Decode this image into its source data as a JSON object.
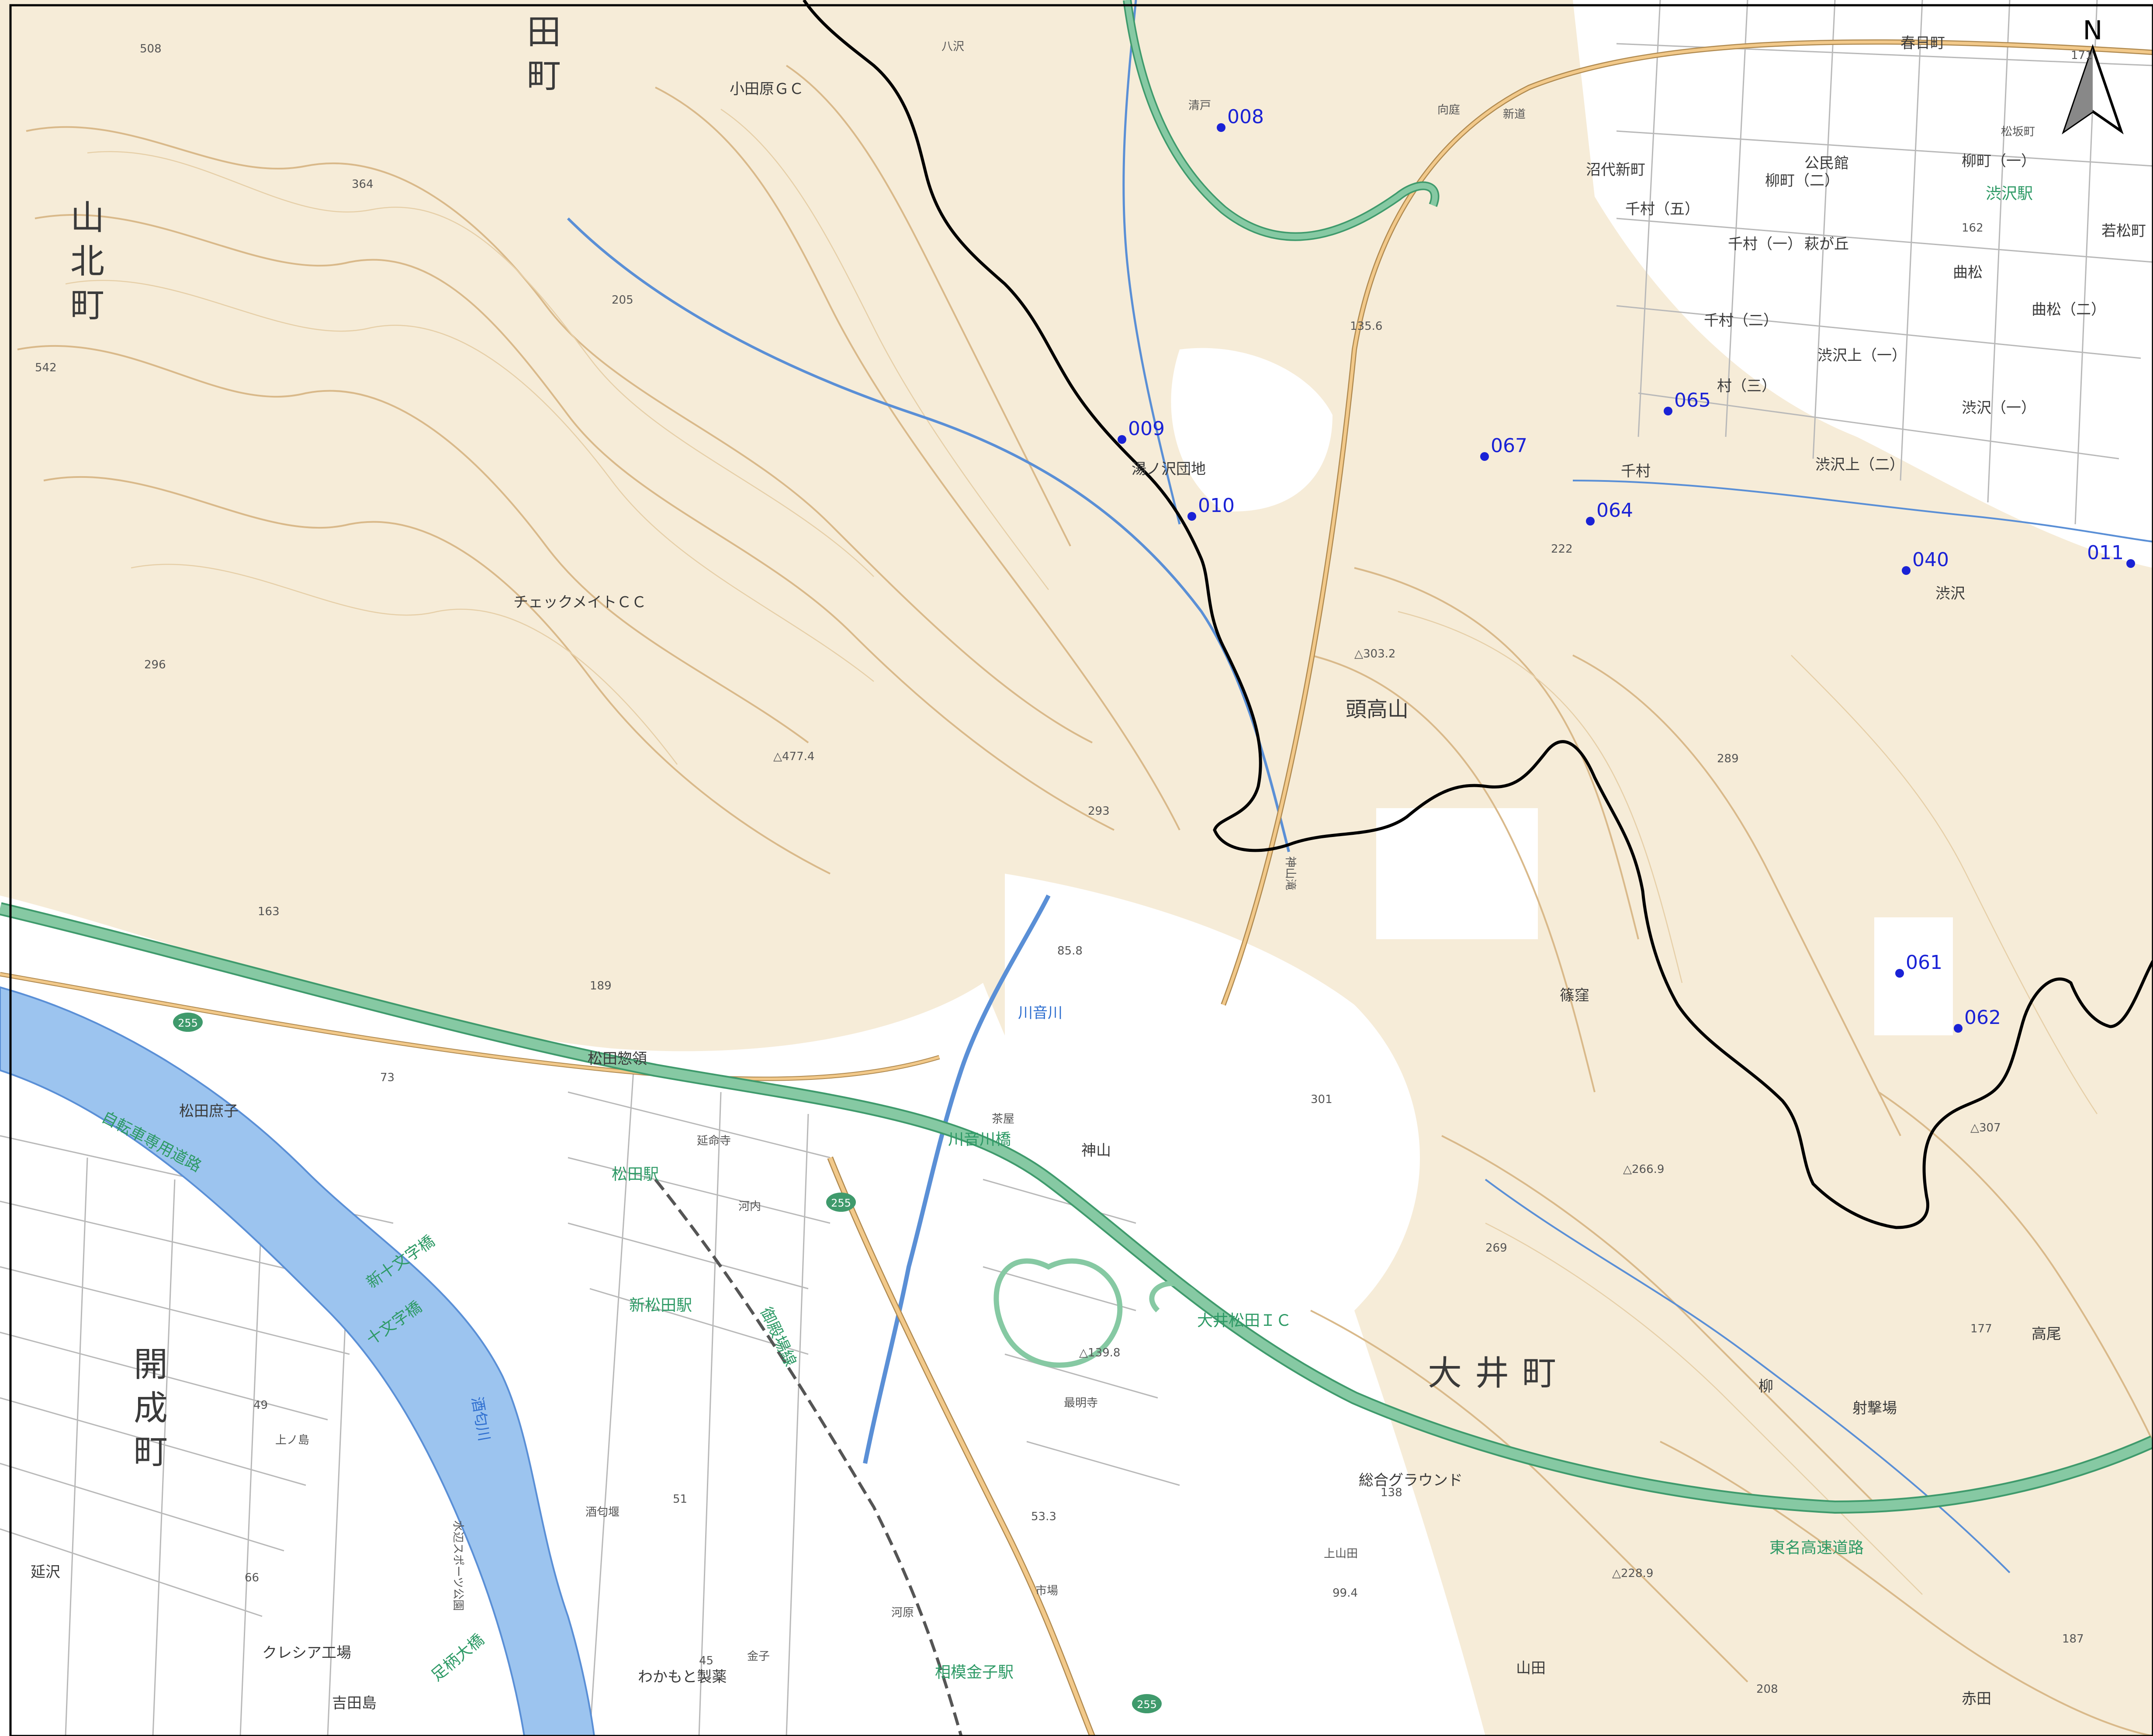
{
  "colors": {
    "terrain": "#f6ecd8",
    "lowland": "#ffffff",
    "contour": "#d9b98a",
    "contour_fine": "#e6cfa8",
    "river": "#9cc4ef",
    "river_edge": "#5a8fd6",
    "expressway": "#86c9a3",
    "expressway_edge": "#3f9a6c",
    "road": "#f2c98a",
    "road_edge": "#b08a50",
    "street": "#b9b9b9",
    "boundary": "#000000",
    "point": "#1a22d6",
    "frame": "#000000"
  },
  "north_arrow": {
    "label": "N"
  },
  "town_labels": {
    "yamakita": "山北町",
    "kaisei": "開成町",
    "oi": "大井町",
    "ta_town": "田町"
  },
  "place_labels": {
    "odawara_gc": "小田原ＧＣ",
    "checkmate_cc": "チェックメイトＣＣ",
    "tokosan": "頭高山",
    "kaminotaki": "神山滝",
    "shinokubo": "篠窪",
    "matsuda_sonryo": "松田惣領",
    "matsuda_shoshi": "松田庶子",
    "enmeiji": "延命寺",
    "matsuda_station": "松田駅",
    "shin_matsuda_station": "新松田駅",
    "sagami_kaneko_station": "相模金子駅",
    "oi_matsuda_ic": "大井松田ＩＣ",
    "sogo_ground": "総合グラウンド",
    "shagekijo": "射撃場",
    "takao": "高尾",
    "yanagi": "柳",
    "kurashia": "クレシア工場",
    "yoshidajima": "吉田島",
    "enzawa": "延沢",
    "mizube_park": "水辺スポーツ公園",
    "shibusawa_station": "渋沢駅",
    "kasugacho": "春日町",
    "matsuzakacho": "松坂町",
    "numashiro_shinmachi": "沼代新町",
    "chimura5": "千村（五）",
    "chimura1": "千村（一）",
    "chimura2": "千村（二）",
    "chimura3": "村（三）",
    "chimura": "千村",
    "hagigaoka": "萩が丘",
    "shibusawa_kami1": "渋沢上（一）",
    "shibusawa_kami2": "渋沢上（二）",
    "shibusawa1": "渋沢（一）",
    "shibusawa": "渋沢",
    "kyokumatsu": "曲松",
    "kyokumatsu2": "曲松（二）",
    "wakamatsu": "若松町",
    "yanagimachi": "柳町（一）",
    "yanagimachi2": "柳町（二）",
    "kominkan": "公民館",
    "yugasawa": "湯ノ沢団地",
    "kiyomizu": "清戸",
    "hassawa": "八沢",
    "kawanegawa": "川音川",
    "kawanegawabashi": "川音川橋",
    "chaya": "茶屋",
    "kamiyama": "神山",
    "saimyoji": "最明寺",
    "sakawagawa": "酒匂川",
    "sakawazeki": "酒匂堰",
    "gotenba_line": "御殿場線",
    "jitensha": "自転車専用道路",
    "tomei": "東名高速道路",
    "kamiyamada": "上山田",
    "yamada": "山田",
    "akada": "赤田",
    "ashigara_bridge": "足柄大橋",
    "jumonji": "十文字橋",
    "shin_jumonji": "新十文字橋",
    "wakamoto": "わかもと製薬",
    "kaneko": "金子",
    "shinmichi": "新道",
    "mukoniwa": "向庭",
    "ichiba": "市場",
    "kawara": "河原",
    "konai": "河内",
    "kaminoura": "上ノ島"
  },
  "elevation_labels": {
    "e508": "508",
    "e542": "542",
    "e364": "364",
    "e205": "205",
    "e296": "296",
    "e477": "△477.4",
    "e293": "293",
    "e163": "163",
    "e189": "189",
    "e303": "△303.2",
    "e289": "289",
    "e222": "222",
    "e301": "301",
    "e266": "△266.9",
    "e269": "269",
    "e307": "△307",
    "e177": "177",
    "e187": "187",
    "e208": "208",
    "e228": "△228.9",
    "e139": "△139.8",
    "e135": "135.6",
    "e85": "85.8",
    "e73": "73",
    "e66": "66",
    "e49": "49",
    "e51": "51",
    "e45": "45",
    "e53": "53.3",
    "e99": "99.4",
    "e171": "171",
    "e162": "162",
    "e138": "138"
  },
  "route_labels": {
    "r255a": "255",
    "r255b": "255",
    "r255c": "255"
  },
  "points": [
    {
      "id": "008"
    },
    {
      "id": "009"
    },
    {
      "id": "010"
    },
    {
      "id": "067"
    },
    {
      "id": "065"
    },
    {
      "id": "064"
    },
    {
      "id": "040"
    },
    {
      "id": "011"
    },
    {
      "id": "061"
    },
    {
      "id": "062"
    }
  ]
}
